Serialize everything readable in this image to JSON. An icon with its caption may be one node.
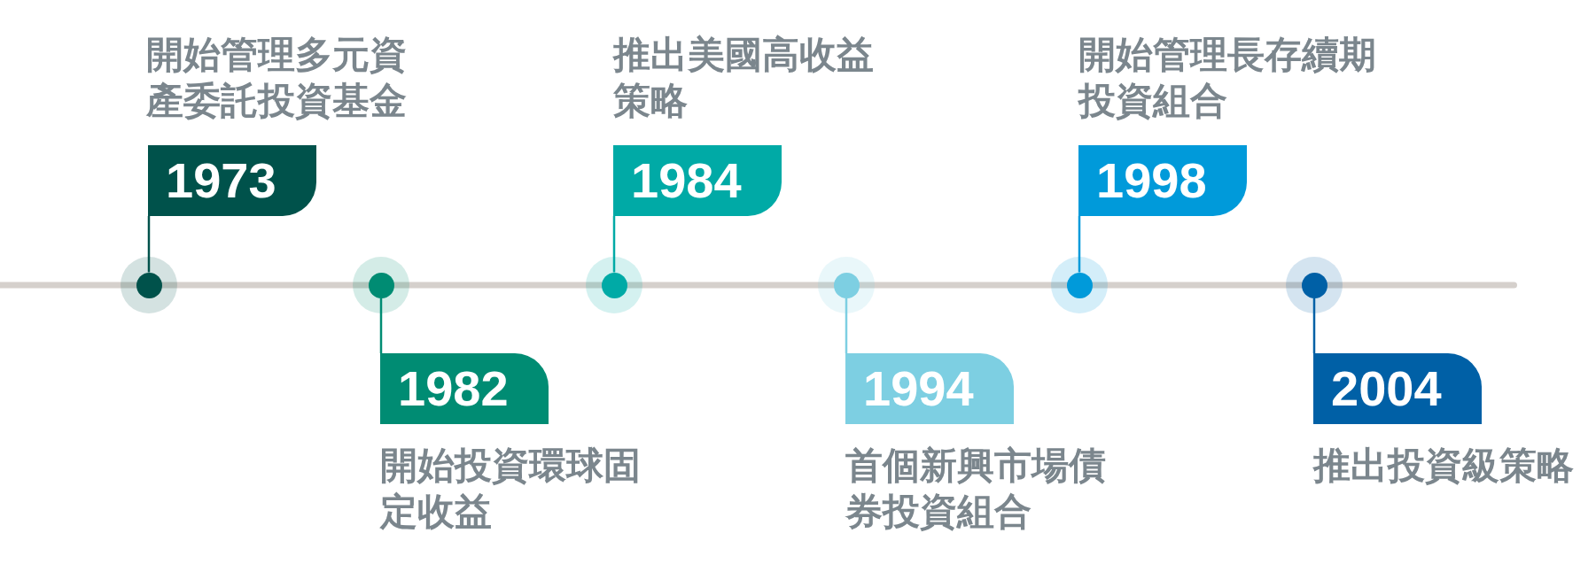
{
  "diagram": {
    "nodes": [
      {
        "text": [
          "1973"
        ],
        "beside": [
          "開始管理多元資產委託投資基金"
        ]
      },
      {
        "text": [],
        "shape": "circle"
      },
      {
        "text": [],
        "shape": "circle"
      },
      {
        "text": [
          "1982"
        ],
        "beside": [
          "開始投資環球固定收益"
        ]
      },
      {
        "text": [
          "1984"
        ],
        "beside": [
          "推出美國高收益策略"
        ]
      },
      {
        "text": [],
        "shape": "circle"
      },
      {
        "text": [],
        "shape": "circle"
      },
      {
        "text": [
          "1994"
        ],
        "beside": [
          "首個新興市場債券投資組合"
        ]
      },
      {
        "text": [
          "1998"
        ],
        "beside": [
          "開始管理長存續期投資組合"
        ]
      },
      {
        "text": [],
        "shape": "circle"
      },
      {
        "text": [],
        "shape": "circle"
      },
      {
        "text": [
          "2004"
        ],
        "beside": [
          "推出投資級策略"
        ]
      }
    ],
    "edges": [
      {
        "from": 0,
        "to": 1,
        "arrow": "none",
        "color": "#00524b"
      },
      {
        "from": 3,
        "to": 2,
        "arrow": "none",
        "color": "#008c73"
      },
      {
        "from": 4,
        "to": 5,
        "arrow": "none",
        "color": "#00aaa6"
      },
      {
        "from": 7,
        "to": 6,
        "arrow": "none",
        "color": "#7dcfe2"
      },
      {
        "from": 8,
        "to": 9,
        "arrow": "none",
        "color": "#009ada"
      },
      {
        "from": 11,
        "to": 10,
        "arrow": "none",
        "color": "#0060a6"
      }
    ]
  }
}
